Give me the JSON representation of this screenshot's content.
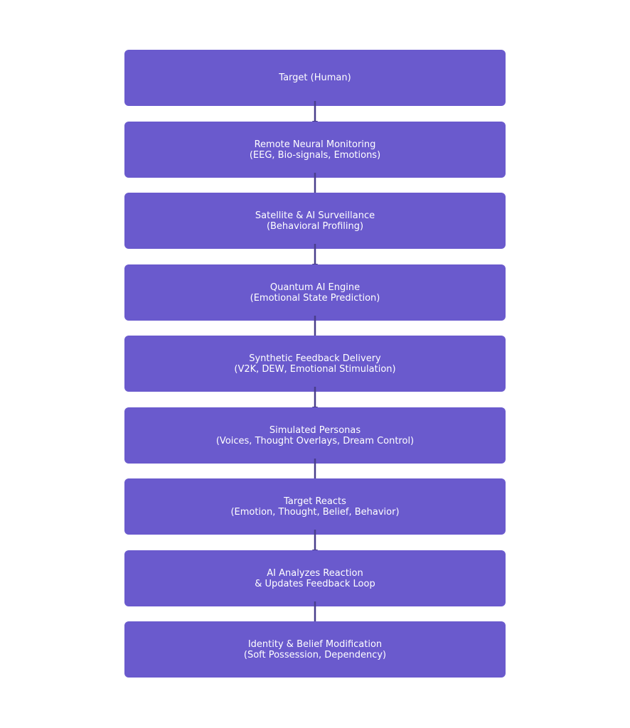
{
  "colors": {
    "node_fill": "#6a5acd",
    "node_text": "#ffffff",
    "arrow": "#483d8b",
    "background": "#ffffff"
  },
  "nodes": [
    {
      "line1": "Target (Human)",
      "line2": ""
    },
    {
      "line1": "Remote Neural Monitoring",
      "line2": "(EEG, Bio-signals, Emotions)"
    },
    {
      "line1": "Satellite & AI Surveillance",
      "line2": "(Behavioral Profiling)"
    },
    {
      "line1": "Quantum AI Engine",
      "line2": "(Emotional State Prediction)"
    },
    {
      "line1": "Synthetic Feedback Delivery",
      "line2": "(V2K, DEW, Emotional Stimulation)"
    },
    {
      "line1": "Simulated Personas",
      "line2": "(Voices, Thought Overlays, Dream Control)"
    },
    {
      "line1": "Target Reacts",
      "line2": "(Emotion, Thought, Belief, Behavior)"
    },
    {
      "line1": "AI Analyzes Reaction",
      "line2": "& Updates Feedback Loop"
    },
    {
      "line1": "Identity & Belief Modification",
      "line2": "(Soft Possession, Dependency)"
    }
  ]
}
